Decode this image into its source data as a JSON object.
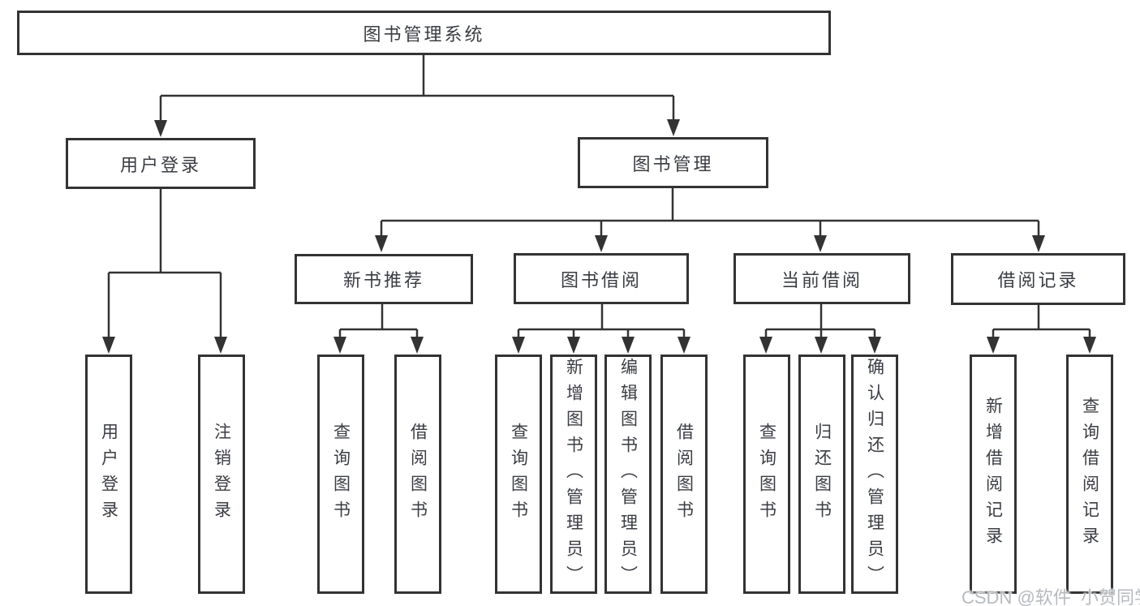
{
  "colors": {
    "line": "#333333",
    "text": "#3a3d42",
    "background": "#ffffff",
    "watermark": "#b6babe"
  },
  "root": {
    "label": "图书管理系统"
  },
  "level2": {
    "user_login": {
      "label": "用户登录"
    },
    "book_management": {
      "label": "图书管理"
    }
  },
  "level3": {
    "new_book_recommend": {
      "label": "新书推荐"
    },
    "book_borrow": {
      "label": "图书借阅"
    },
    "current_borrow": {
      "label": "当前借阅"
    },
    "borrow_records": {
      "label": "借阅记录"
    }
  },
  "children": {
    "user_login": [
      "用户登录",
      "注销登录"
    ],
    "new_book_recommend": [
      "查询图书",
      "借阅图书"
    ],
    "book_borrow": [
      "查询图书",
      "新增图书（管理员）",
      "编辑图书（管理员）",
      "借阅图书"
    ],
    "current_borrow": [
      "查询图书",
      "归还图书",
      "确认归还（管理员）"
    ],
    "borrow_records": [
      "新增借阅记录",
      "查询借阅记录"
    ]
  },
  "watermark": {
    "label": "CSDN @软件_小贺同学"
  }
}
